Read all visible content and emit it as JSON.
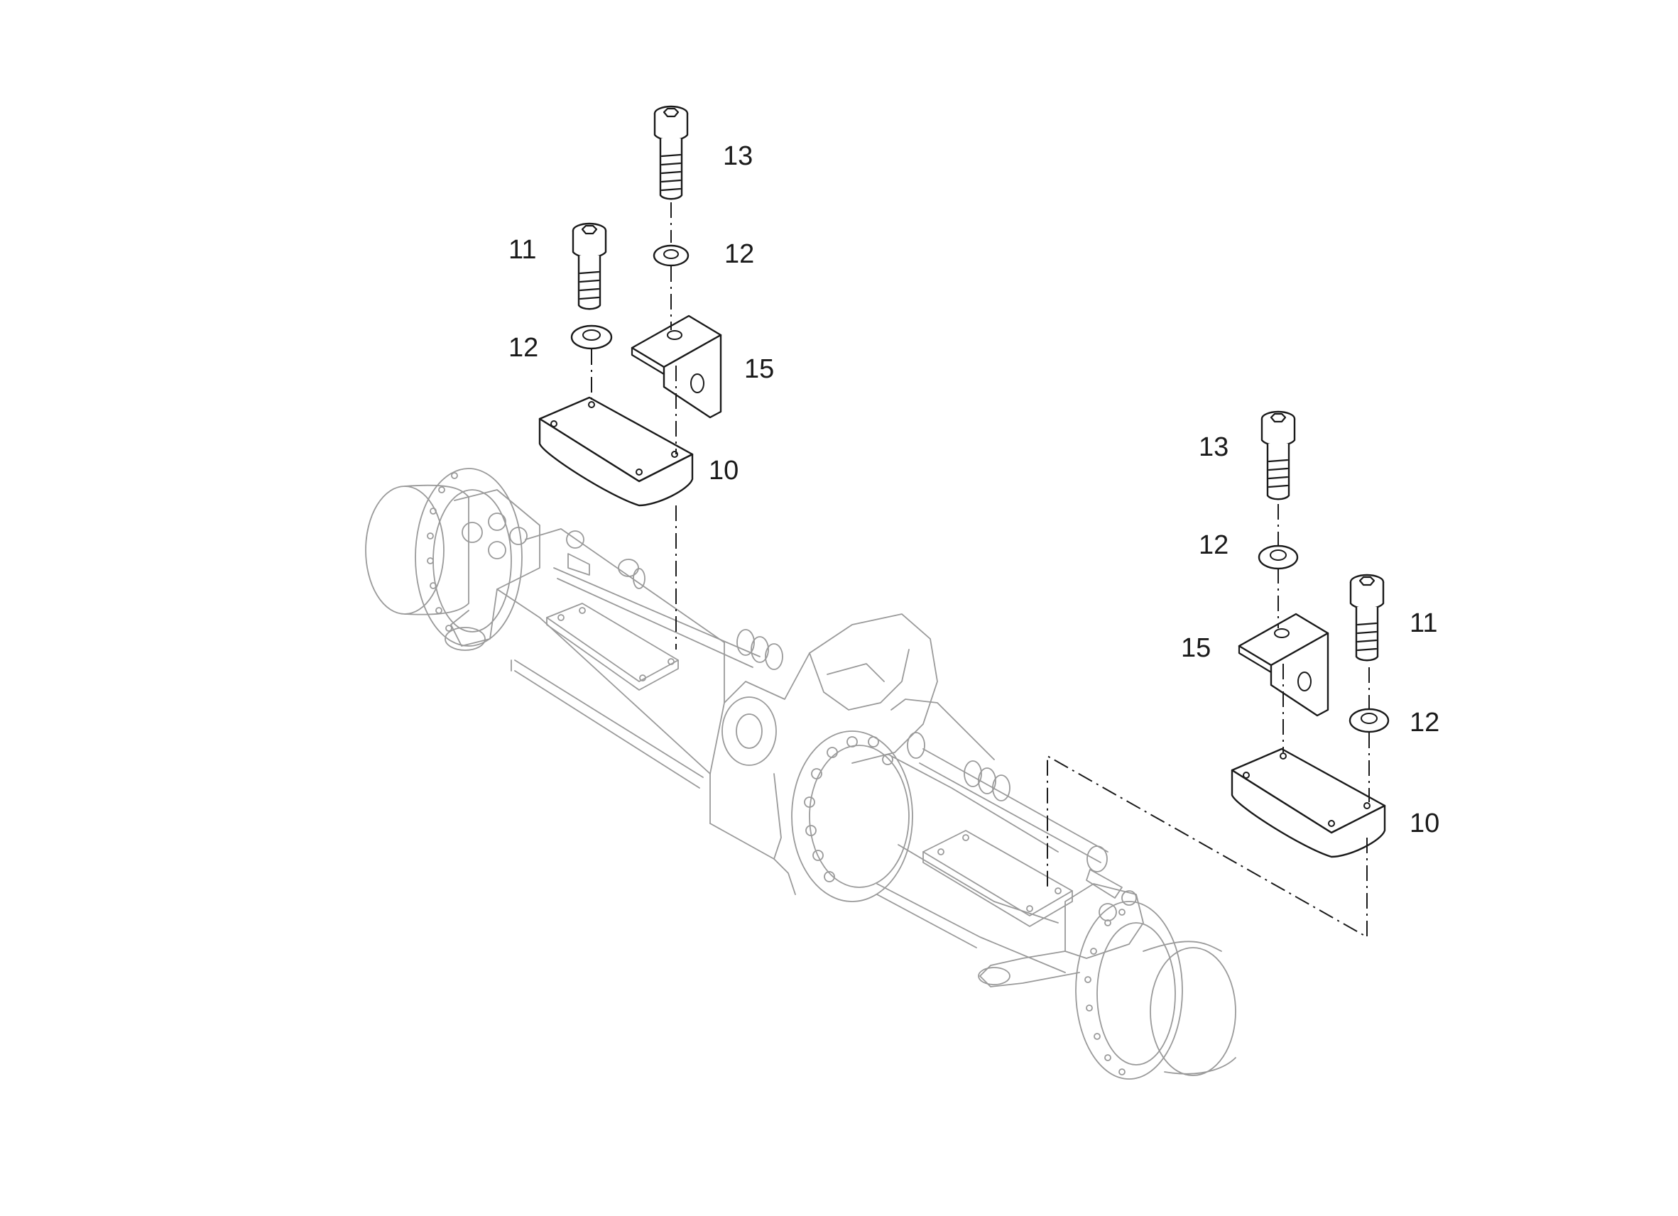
{
  "diagram": {
    "callouts": {
      "left_13": "13",
      "left_11": "11",
      "left_12_upper": "12",
      "left_12_lower": "12",
      "left_15": "15",
      "left_10": "10",
      "right_13": "13",
      "right_12_upper": "12",
      "right_15": "15",
      "right_11": "11",
      "right_12_lower": "12",
      "right_10": "10"
    }
  }
}
